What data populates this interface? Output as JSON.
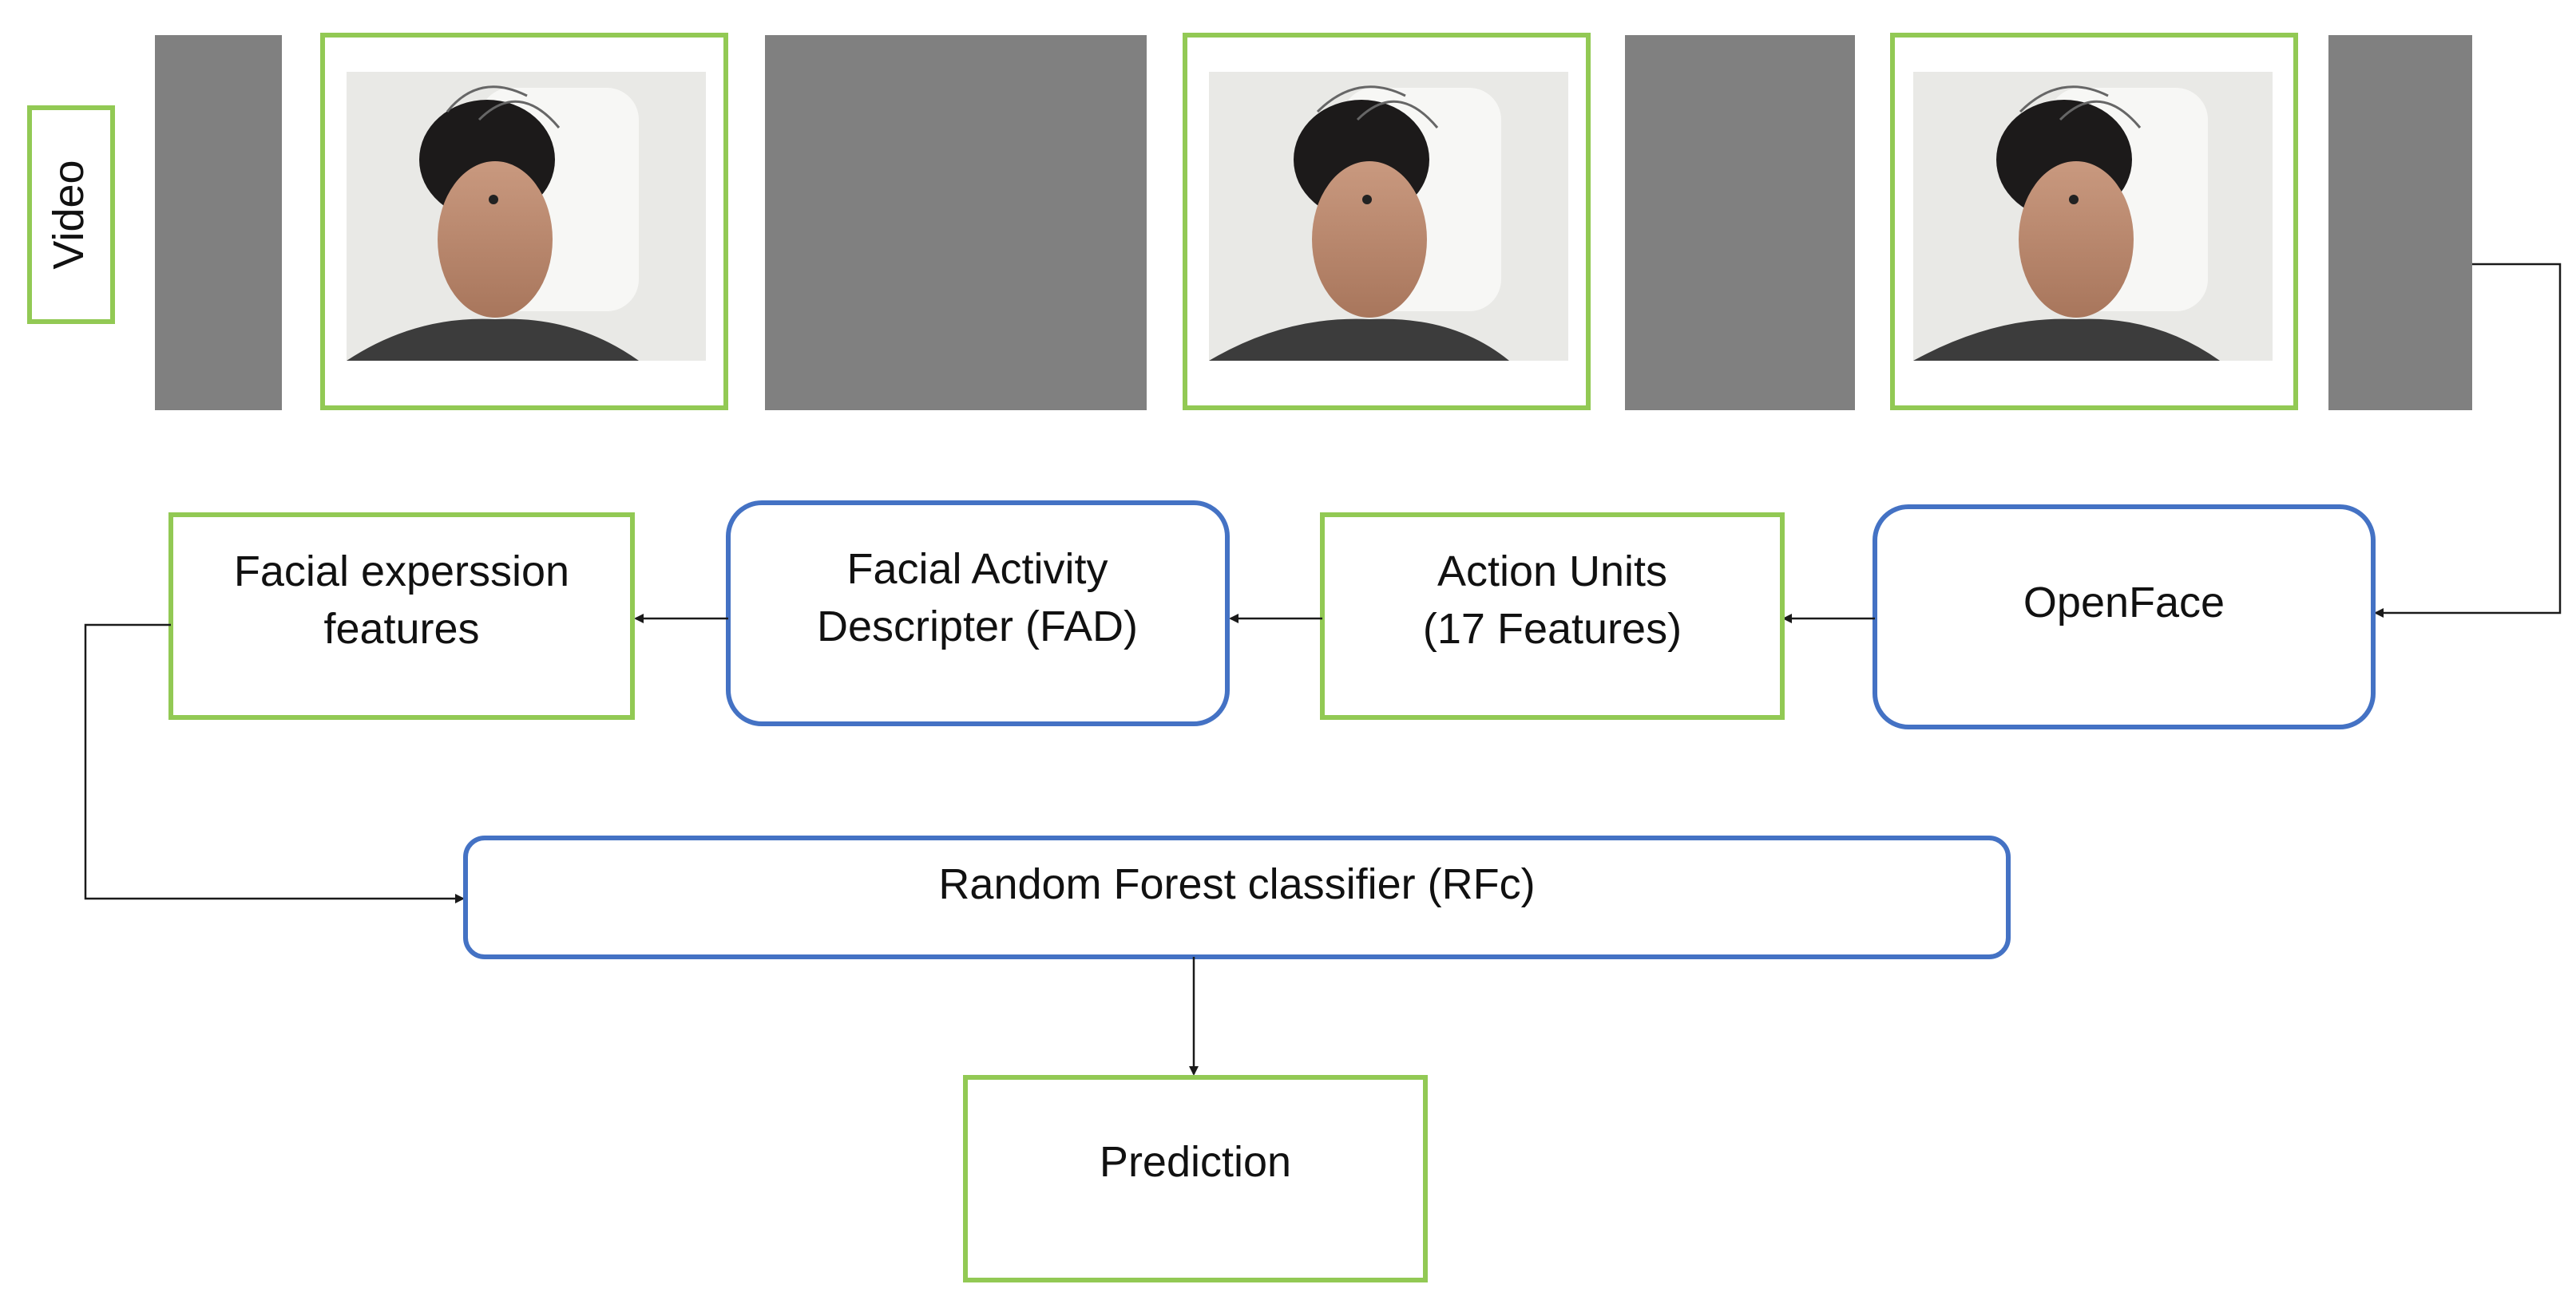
{
  "video_label": "Video",
  "boxes": {
    "facial_expression": {
      "line1": "Facial experssion",
      "line2": "features"
    },
    "fad": {
      "line1": "Facial Activity",
      "line2": "Descripter (FAD)"
    },
    "action_units": {
      "line1": "Action Units",
      "line2": "(17 Features)"
    },
    "openface": {
      "label": "OpenFace"
    },
    "rfc": {
      "label": "Random Forest classifier (RFc)"
    },
    "prediction": {
      "label": "Prediction"
    }
  },
  "colors": {
    "green_border": "#92c954",
    "blue_border": "#4472c4",
    "gray_frame": "#808080",
    "arrow": "#1a1a1a"
  }
}
